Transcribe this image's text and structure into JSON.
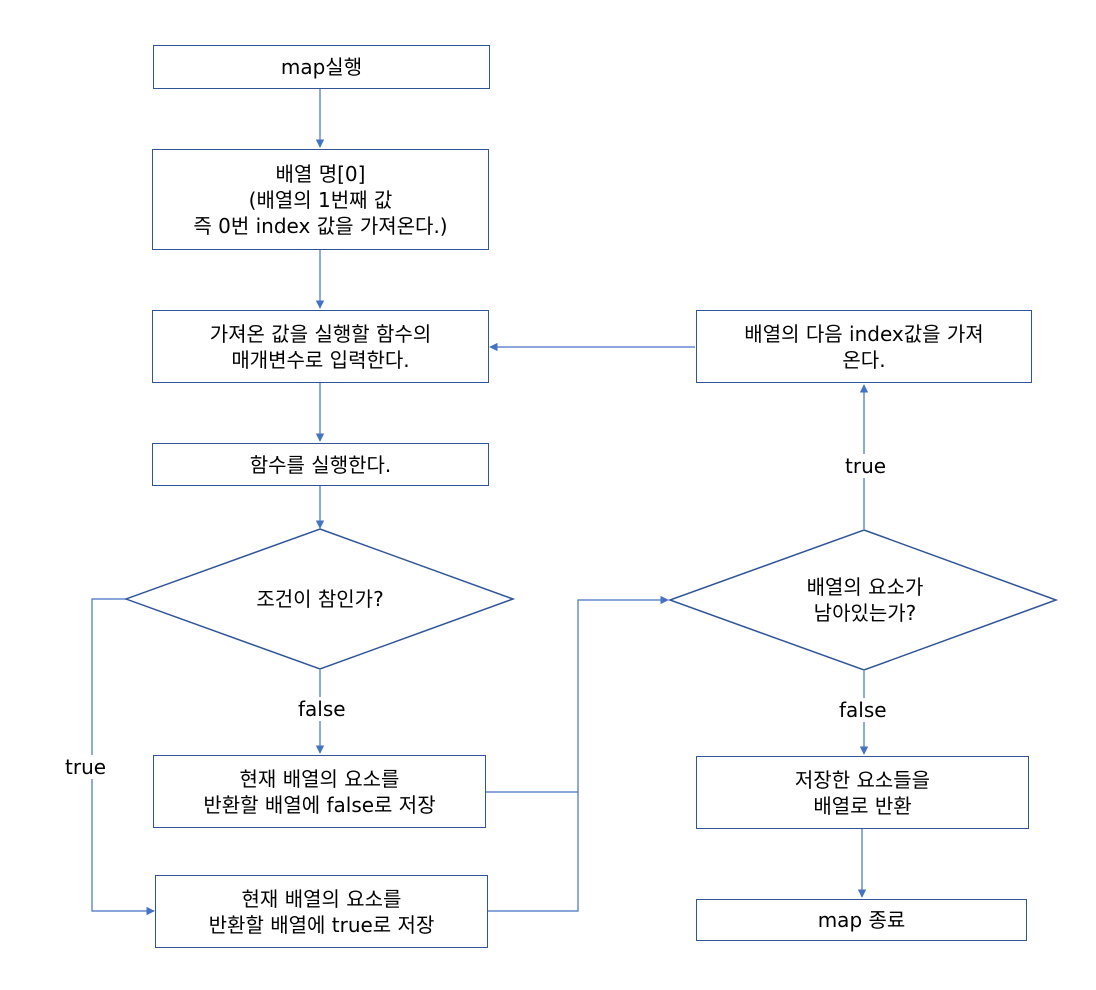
{
  "nodes": {
    "start": "map실행",
    "get_first": "배열 명[0]\n(배열의 1번째 값\n즉 0번 index 값을 가져온다.)",
    "pass_param": "가져온 값을 실행할 함수의\n매개변수로 입력한다.",
    "run_fn": "함수를 실행한다.",
    "cond": "조건이 참인가?",
    "save_false": "현재 배열의 요소를\n반환할 배열에 false로 저장",
    "save_true": "현재 배열의 요소를\n반환할 배열에 true로 저장",
    "remaining": "배열의 요소가\n남아있는가?",
    "get_next": "배열의 다음 index값을 가져\n온다.",
    "return_arr": "저장한 요소들을\n배열로 반환",
    "end": "map 종료"
  },
  "edge_labels": {
    "cond_false": "false",
    "cond_true": "true",
    "remaining_true": "true",
    "remaining_false": "false"
  },
  "colors": {
    "line": "#4472C4",
    "border": "#2F5597"
  }
}
